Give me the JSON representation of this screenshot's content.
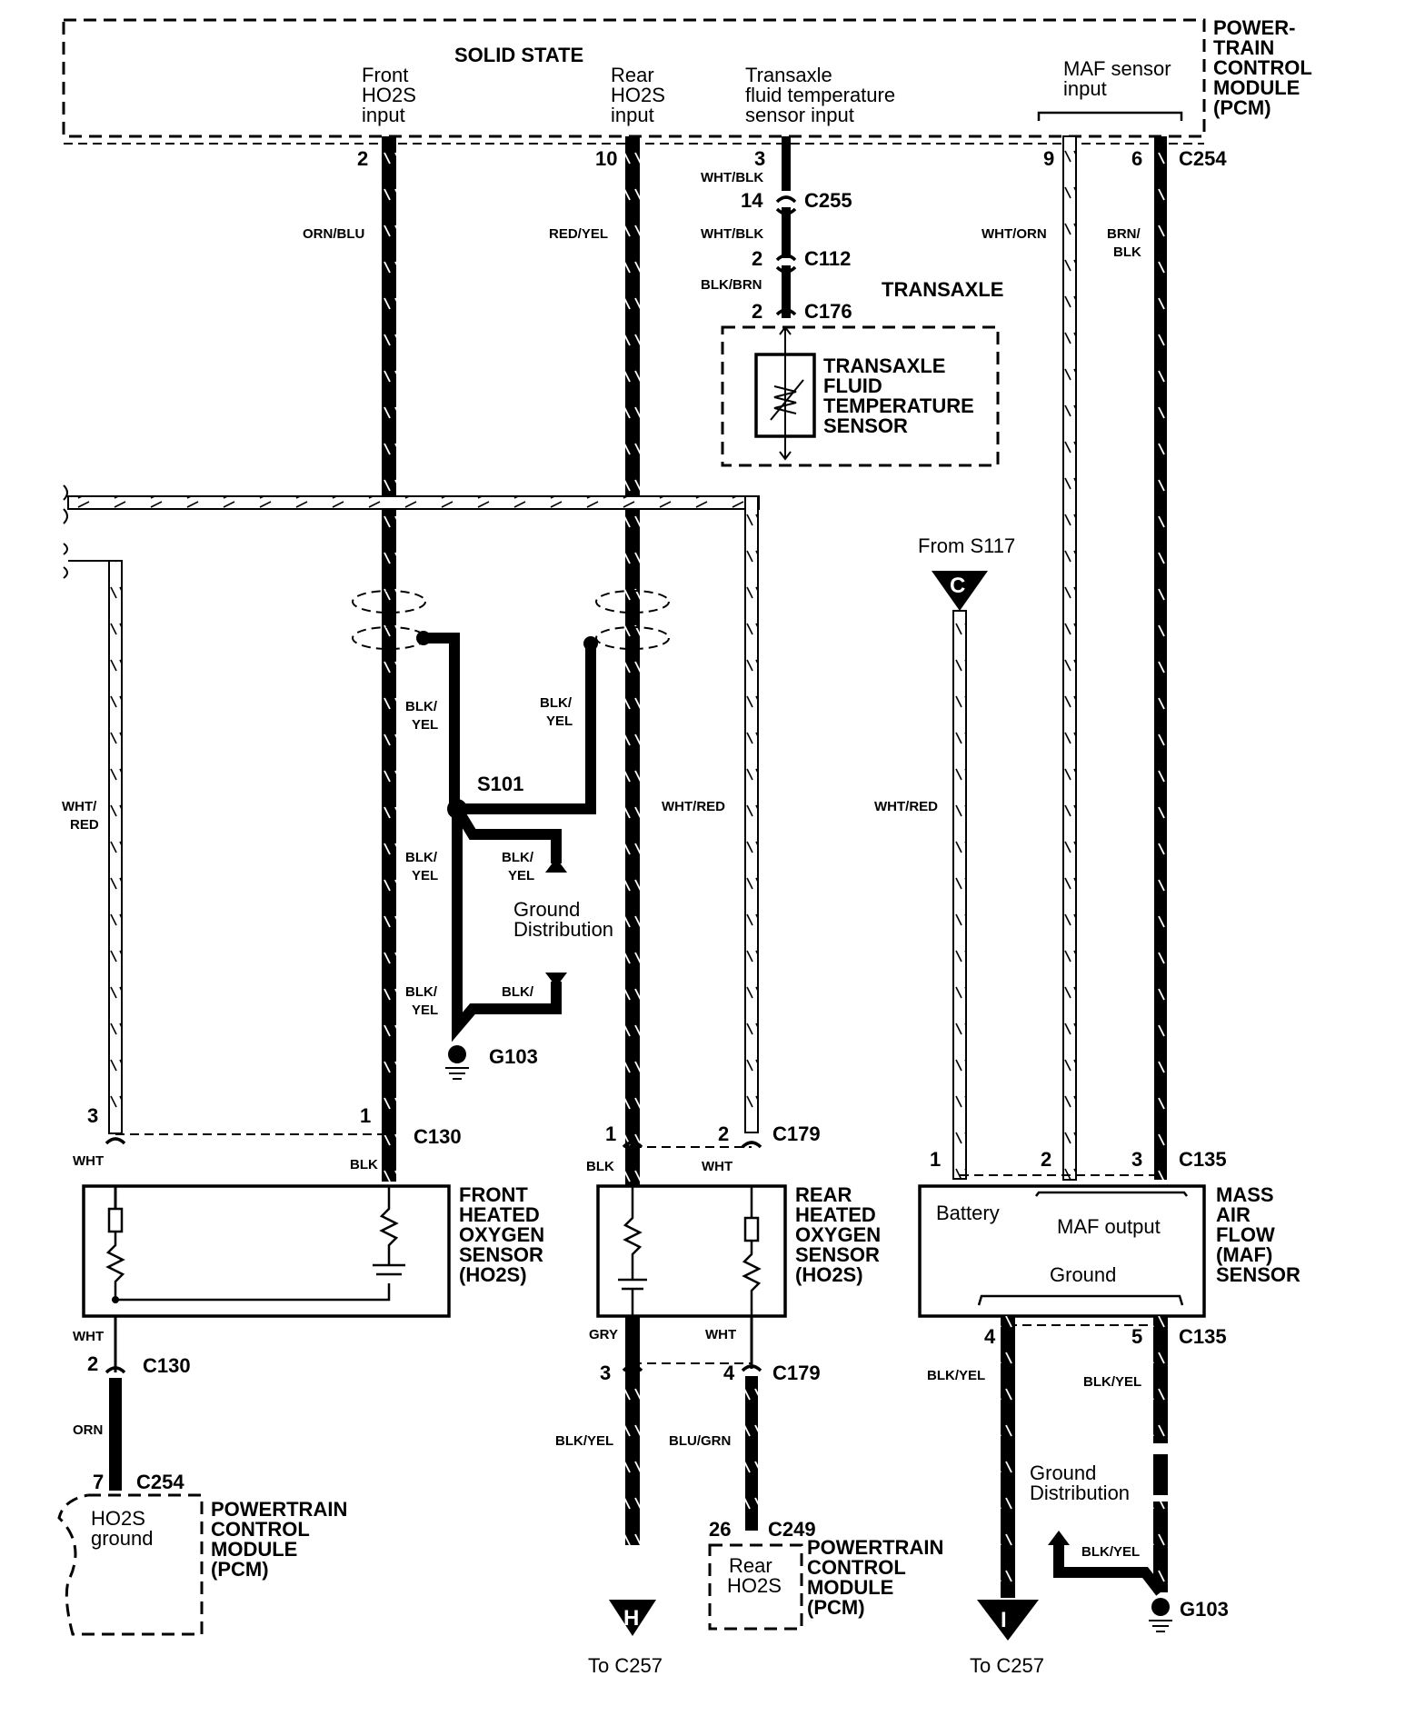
{
  "pcm_top": {
    "solid_state": "SOLID STATE",
    "front_ho2s_input": [
      "Front",
      "HO2S",
      "input"
    ],
    "rear_ho2s_input": [
      "Rear",
      "HO2S",
      "input"
    ],
    "transaxle_input": [
      "Transaxle",
      "fluid  temperature",
      "sensor input"
    ],
    "maf_input": [
      "MAF sensor",
      "input"
    ],
    "module_label": [
      "POWER-",
      "TRAIN",
      "CONTROL",
      "MODULE",
      "(PCM)"
    ]
  },
  "pins": {
    "p1": "1",
    "p2": "2",
    "p3": "3",
    "p4": "4",
    "p5": "5",
    "p6": "6",
    "p7": "7",
    "p9": "9",
    "p10": "10",
    "p14": "14",
    "p26": "26"
  },
  "connectors": {
    "c254": "C254",
    "c255": "C255",
    "c112": "C112",
    "c176": "C176",
    "c130": "C130",
    "c179": "C179",
    "c135": "C135",
    "c249": "C249"
  },
  "wires": {
    "orn_blu": "ORN/BLU",
    "red_yel": "RED/YEL",
    "wht_blk": "WHT/BLK",
    "blk_brn": "BLK/BRN",
    "wht_orn": "WHT/ORN",
    "brn_blk": [
      "BRN/",
      "BLK"
    ],
    "blk_slash": [
      "BLK/",
      "YEL"
    ],
    "wht_slash_red": [
      "WHT/",
      "RED"
    ],
    "wht_red": "WHT/RED",
    "wht": "WHT",
    "blk": "BLK",
    "orn": "ORN",
    "gry": "GRY",
    "blk_yel": "BLK/YEL",
    "blu_grn": "BLU/GRN"
  },
  "transaxle": {
    "section": "TRANSAXLE",
    "sensor": [
      "TRANSAXLE",
      "FLUID",
      "TEMPERATURE",
      "SENSOR"
    ]
  },
  "splice": {
    "s101": "S101"
  },
  "grounds": {
    "g103": "G103"
  },
  "ground_distribution": [
    "Ground",
    "Distribution"
  ],
  "front_ho2s": {
    "label": [
      "FRONT",
      "HEATED",
      "OXYGEN",
      "SENSOR",
      "(HO2S)"
    ]
  },
  "rear_ho2s": {
    "label": [
      "REAR",
      "HEATED",
      "OXYGEN",
      "SENSOR",
      "(HO2S)"
    ]
  },
  "maf": {
    "from_s117": "From S117",
    "c_label": "C",
    "battery": "Battery",
    "output": "MAF output",
    "ground": "Ground",
    "label": [
      "MASS",
      "AIR",
      "FLOW",
      "(MAF)",
      "SENSOR"
    ]
  },
  "pcm_left": {
    "ho2s_ground": [
      "HO2S",
      "ground"
    ],
    "label": [
      "POWERTRAIN",
      "CONTROL",
      "MODULE",
      "(PCM)"
    ]
  },
  "pcm_mid": {
    "rear_ho2s": [
      "Rear",
      "HO2S"
    ],
    "label": [
      "POWERTRAIN",
      "CONTROL",
      "MODULE",
      "(PCM)"
    ]
  },
  "arrows": {
    "h": "H",
    "i": "I",
    "to_c257": "To C257"
  }
}
